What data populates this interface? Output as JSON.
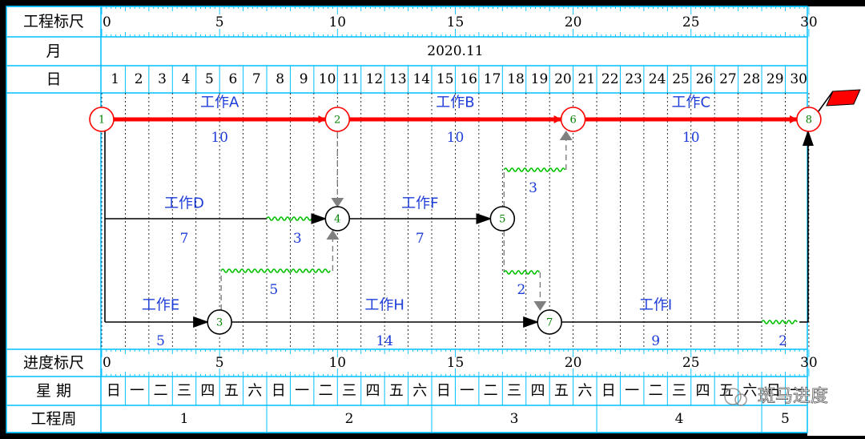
{
  "row_labels": {
    "engineering_scale": "工程标尺",
    "month": "月",
    "day": "日",
    "progress_scale": "进度标尺",
    "weekday": "星 期",
    "project_week": "工程周"
  },
  "month_value": "2020.11",
  "scale_labels": [
    "0",
    "5",
    "10",
    "15",
    "20",
    "25",
    "30"
  ],
  "days": [
    "1",
    "2",
    "3",
    "4",
    "5",
    "6",
    "7",
    "8",
    "9",
    "10",
    "11",
    "12",
    "13",
    "14",
    "15",
    "16",
    "17",
    "18",
    "19",
    "20",
    "21",
    "22",
    "23",
    "24",
    "25",
    "26",
    "27",
    "28",
    "29",
    "30"
  ],
  "weekdays": [
    "日",
    "一",
    "二",
    "三",
    "四",
    "五",
    "六",
    "日",
    "一",
    "二",
    "三",
    "四",
    "五",
    "六",
    "日",
    "一",
    "二",
    "三",
    "四",
    "五",
    "六",
    "日",
    "一",
    "二",
    "三",
    "四",
    "五",
    "六",
    "日",
    "一"
  ],
  "weeks": [
    {
      "label": "1",
      "start": 0,
      "end": 7
    },
    {
      "label": "2",
      "start": 7,
      "end": 14
    },
    {
      "label": "3",
      "start": 14,
      "end": 21
    },
    {
      "label": "4",
      "start": 21,
      "end": 28
    },
    {
      "label": "5",
      "start": 28,
      "end": 30
    }
  ],
  "nodes": [
    {
      "id": "1",
      "time": 0,
      "lane": "top",
      "critical": true
    },
    {
      "id": "2",
      "time": 10,
      "lane": "top",
      "critical": true
    },
    {
      "id": "6",
      "time": 20,
      "lane": "top",
      "critical": true
    },
    {
      "id": "8",
      "time": 30,
      "lane": "top",
      "critical": true
    },
    {
      "id": "4",
      "time": 10,
      "lane": "mid",
      "critical": false
    },
    {
      "id": "5",
      "time": 17,
      "lane": "mid",
      "critical": false
    },
    {
      "id": "3",
      "time": 5,
      "lane": "bottom",
      "critical": false
    },
    {
      "id": "7",
      "time": 19,
      "lane": "bottom",
      "critical": false
    }
  ],
  "activities": [
    {
      "name": "工作A",
      "duration": "10",
      "from": "1",
      "to": "2",
      "critical": true
    },
    {
      "name": "工作B",
      "duration": "10",
      "from": "2",
      "to": "6",
      "critical": true
    },
    {
      "name": "工作C",
      "duration": "10",
      "from": "6",
      "to": "8",
      "critical": true
    },
    {
      "name": "工作D",
      "duration": "7",
      "from": "1",
      "to": "4",
      "critical": false,
      "free_float": "3"
    },
    {
      "name": "工作F",
      "duration": "7",
      "from": "4",
      "to": "5",
      "critical": false
    },
    {
      "name": "工作E",
      "duration": "5",
      "from": "1",
      "to": "3",
      "critical": false
    },
    {
      "name": "工作H",
      "duration": "14",
      "from": "3",
      "to": "7",
      "critical": false
    },
    {
      "name": "工作I",
      "duration": "9",
      "from": "7",
      "to": "8",
      "critical": false,
      "free_float": "2"
    }
  ],
  "virtual_links": [
    {
      "from": "2",
      "to": "4",
      "float": ""
    },
    {
      "from": "3",
      "to": "4",
      "float": "5"
    },
    {
      "from": "5",
      "to": "6",
      "float": "3"
    },
    {
      "from": "5",
      "to": "7",
      "float": "2"
    }
  ],
  "watermark": "斑马进度",
  "colors": {
    "grid": "#00BFFF",
    "critical": "#FF0000",
    "normal": "#000000",
    "float_wave": "#00C000",
    "node_text": "#008000",
    "label_text": "#1E3DD8",
    "dash_arrow": "#808080",
    "flag": "#FF0000"
  }
}
